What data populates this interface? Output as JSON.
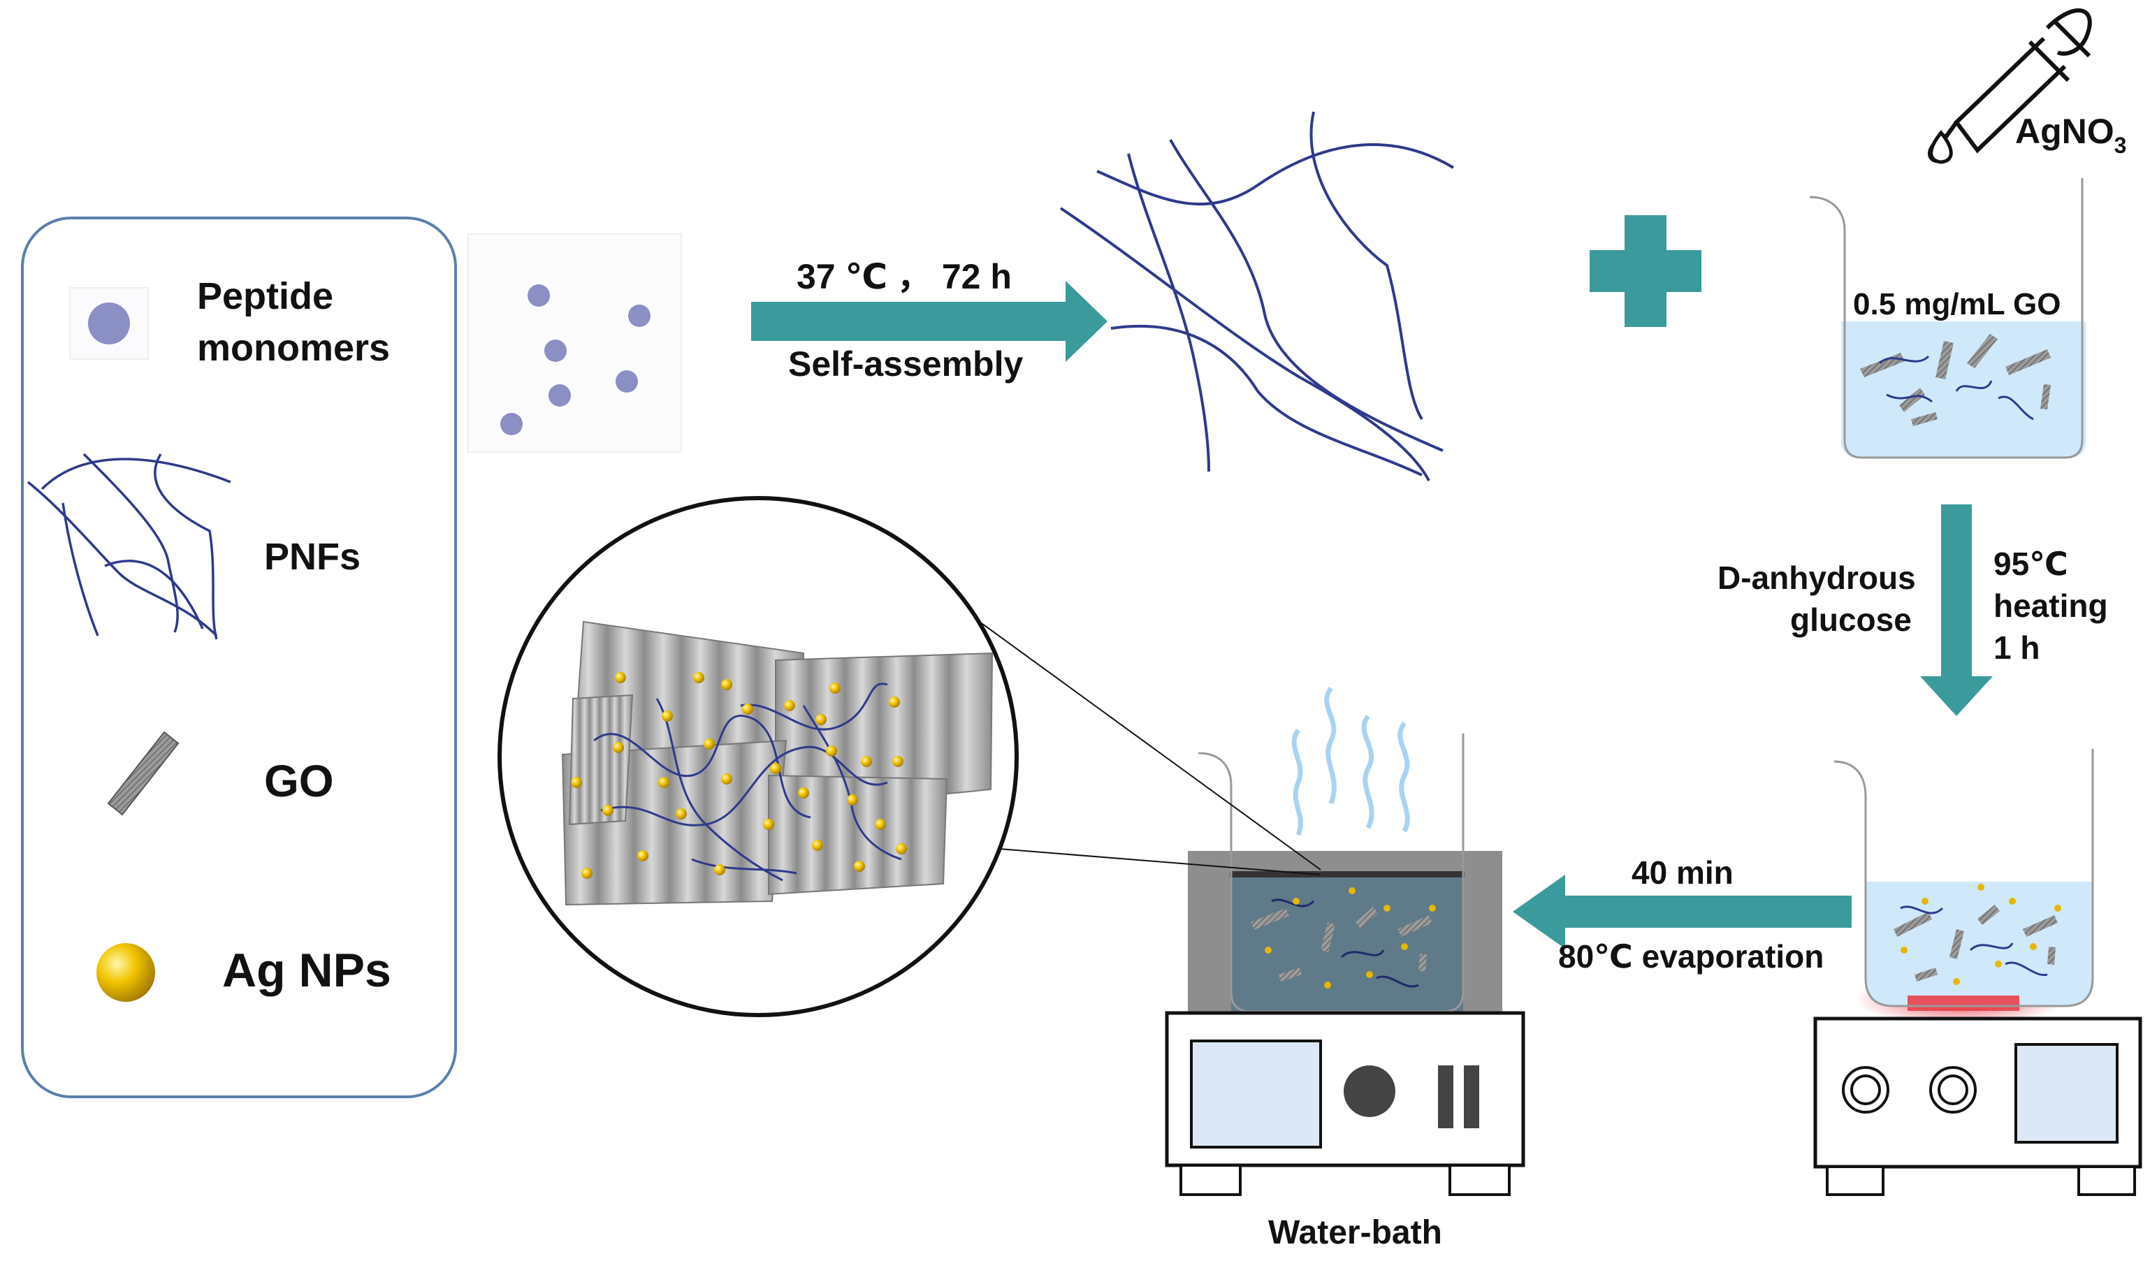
{
  "legend": {
    "items": [
      {
        "label_line1": "Peptide",
        "label_line2": "monomers",
        "icon": "peptide-monomer-icon"
      },
      {
        "label": "PNFs",
        "icon": "nanofiber-icon"
      },
      {
        "label": "GO",
        "icon": "graphene-oxide-sheet-icon"
      },
      {
        "label": "Ag NPs",
        "icon": "silver-nanoparticle-icon"
      }
    ]
  },
  "steps": {
    "self_assembly": {
      "condition": "37 ℃ ， 72 h",
      "process": "Self-assembly"
    },
    "dropper_reagent": {
      "base": "AgNO",
      "subscript": "3"
    },
    "go_beaker_label": "0.5 mg/mL GO",
    "heating_step": {
      "reagent_line1": "D-anhydrous",
      "reagent_line2": "glucose",
      "temp": "95℃",
      "action": "heating",
      "time": "1 h"
    },
    "evaporation_step": {
      "time": "40 min",
      "action": "80℃ evaporation"
    },
    "water_bath_label": "Water-bath"
  },
  "colors": {
    "arrow": "#3b9a9c",
    "fiber": "#2e3a8c",
    "monomer": "#8a8fc4",
    "liquid_light": "#cfe9fb",
    "liquid_dark": "#5f7a88",
    "silver": "#e6b800",
    "heat": "#e8404a"
  }
}
